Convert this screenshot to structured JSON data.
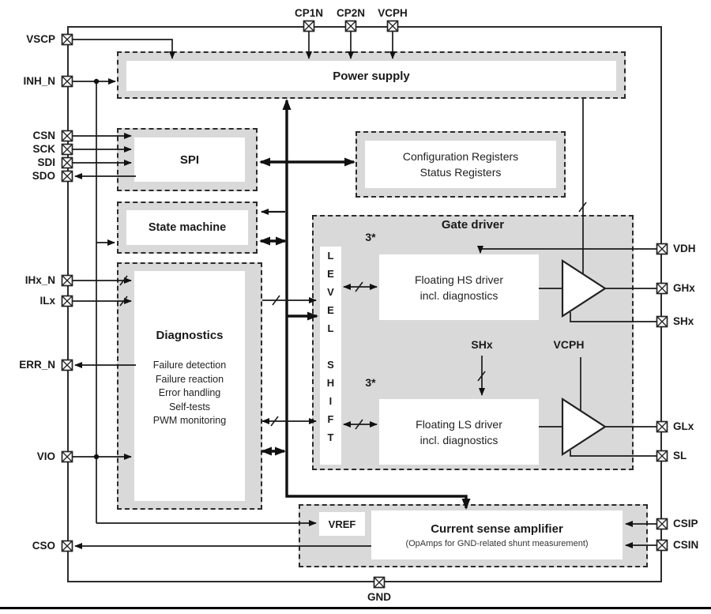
{
  "diagram": {
    "pins": {
      "top": [
        "CP1N",
        "CP2N",
        "VCPH"
      ],
      "left": [
        "VSCP",
        "INH_N",
        "CSN",
        "SCK",
        "SDI",
        "SDO",
        "IHx_N",
        "ILx",
        "ERR_N",
        "VIO",
        "CSO"
      ],
      "right": [
        "VDH",
        "GHx",
        "SHx",
        "GLx",
        "SL",
        "CSIP",
        "CSIN"
      ],
      "bottom": [
        "GND"
      ]
    },
    "blocks": {
      "power_supply": {
        "title": "Power supply"
      },
      "spi": {
        "title": "SPI"
      },
      "registers": {
        "line1": "Configuration Registers",
        "line2": "Status Registers"
      },
      "state_machine": {
        "title": "State machine"
      },
      "diagnostics": {
        "title": "Diagnostics",
        "items": [
          "Failure detection",
          "Failure reaction",
          "Error handling",
          "Self-tests",
          "PWM monitoring"
        ]
      },
      "gate_driver": {
        "title": "Gate driver",
        "level_shift": "L\nE\nV\nE\nL\n\nS\nH\nI\nF\nT",
        "hs_bus_label": "3*",
        "ls_bus_label": "3*",
        "hs_driver_line1": "Floating HS driver",
        "hs_driver_line2": "incl. diagnostics",
        "ls_driver_line1": "Floating LS driver",
        "ls_driver_line2": "incl. diagnostics",
        "shx_node_label": "SHx",
        "vcph_node_label": "VCPH"
      },
      "current_sense": {
        "vref_label": "VREF",
        "title": "Current sense amplifier",
        "subtitle": "(OpAmps for GND-related shunt measurement)"
      }
    },
    "colors": {
      "block_fill": "#d9d9d9",
      "line": "#111111",
      "background": "#ffffff"
    }
  }
}
